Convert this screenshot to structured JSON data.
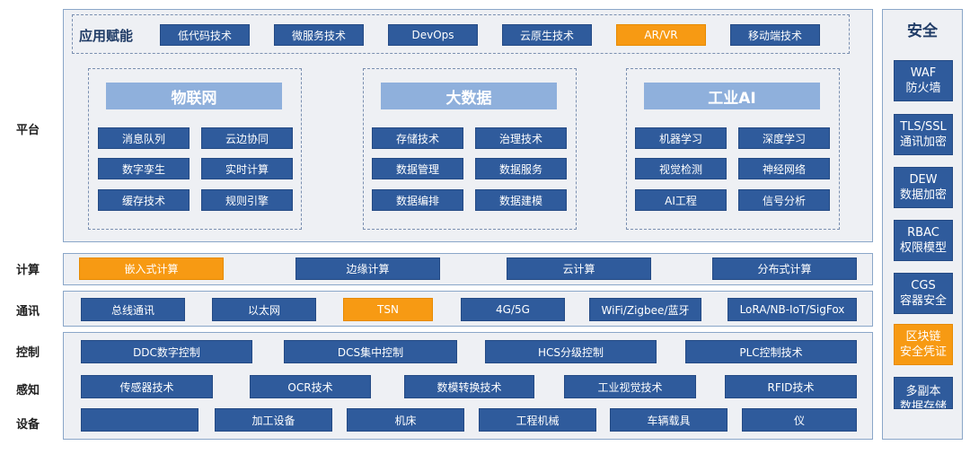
{
  "rows": {
    "platform": "平台",
    "compute": "计算",
    "comm": "通讯",
    "control": "控制",
    "sense": "感知",
    "device": "设备"
  },
  "app": {
    "title": "应用赋能",
    "items": [
      "低代码技术",
      "微服务技术",
      "DevOps",
      "云原生技术",
      "AR/VR",
      "移动端技术"
    ]
  },
  "groups": [
    {
      "title": "物联网",
      "items": [
        "消息队列",
        "云边协同",
        "数字孪生",
        "实时计算",
        "缓存技术",
        "规则引擎"
      ]
    },
    {
      "title": "大数据",
      "items": [
        "存储技术",
        "治理技术",
        "数据管理",
        "数据服务",
        "数据编排",
        "数据建模"
      ]
    },
    {
      "title": "工业AI",
      "items": [
        "机器学习",
        "深度学习",
        "视觉检测",
        "神经网络",
        "AI工程",
        "信号分析"
      ]
    }
  ],
  "compute": [
    "嵌入式计算",
    "边缘计算",
    "云计算",
    "分布式计算"
  ],
  "comm": [
    "总线通讯",
    "以太网",
    "TSN",
    "4G/5G",
    "WiFi/Zigbee/蓝牙",
    "LoRA/NB-IoT/SigFox"
  ],
  "control": [
    "DDC数字控制",
    "DCS集中控制",
    "HCS分级控制",
    "PLC控制技术"
  ],
  "sense": [
    "传感器技术",
    "OCR技术",
    "数模转换技术",
    "工业视觉技术",
    "RFID技术"
  ],
  "device": [
    "",
    "加工设备",
    "机床",
    "工程机械",
    "车辆载具",
    "仪"
  ],
  "security": {
    "title": "安全",
    "items": [
      {
        "l1": "WAF",
        "l2": "防火墙"
      },
      {
        "l1": "TLS/SSL",
        "l2": "通讯加密"
      },
      {
        "l1": "DEW",
        "l2": "数据加密"
      },
      {
        "l1": "RBAC",
        "l2": "权限模型"
      },
      {
        "l1": "CGS",
        "l2": "容器安全"
      },
      {
        "l1": "区块链",
        "l2": "安全凭证"
      },
      {
        "l1": "多副本",
        "l2": "数据存储"
      }
    ]
  },
  "colors": {
    "primary": "#2f5b9c",
    "highlight": "#f79a13",
    "group_header": "#8fb0dc",
    "panel_bg": "#eef0f4"
  }
}
